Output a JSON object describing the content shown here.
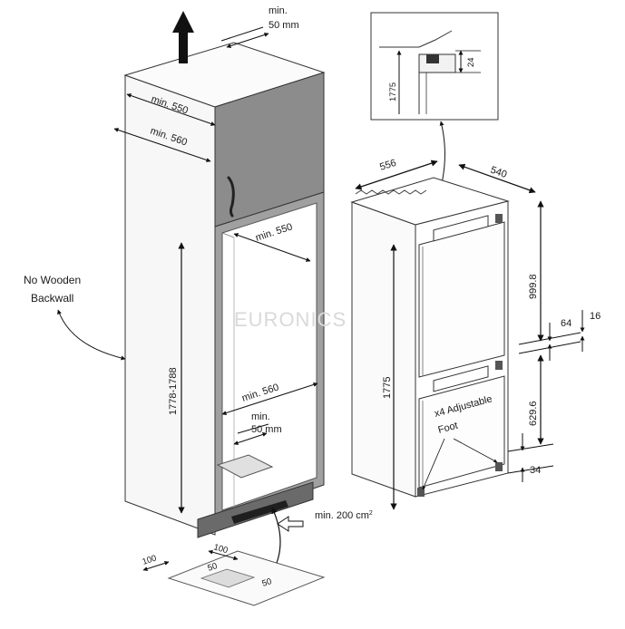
{
  "labels": {
    "min50_top": "min.",
    "min50_top2": "50 mm",
    "min550_top": "min. 550",
    "min560_top": "min. 560",
    "no_wooden_1": "No Wooden",
    "no_wooden_2": "Backwall",
    "min550_inner": "min. 550",
    "height_range": "1778-1788",
    "min560_inner": "min. 560",
    "min50_bottom_1": "min.",
    "min50_bottom_2": "50 mm",
    "vent_area": "min. 200 cm",
    "vent_sup": "2",
    "dim_100_a": "100",
    "dim_100_b": "100",
    "dim_50_a": "50",
    "dim_50_b": "50",
    "detail_height": "1775",
    "detail_24": "24",
    "fridge_width": "556",
    "fridge_depth": "540",
    "fridge_height": "1775",
    "upper_height": "999.8",
    "dim_64": "64",
    "dim_16": "16",
    "lower_height": "629.6",
    "dim_34": "34",
    "adjustable_1": "x4 Adjustable",
    "adjustable_2": "Foot",
    "watermark": "EURONICS"
  },
  "colors": {
    "cabinet_grey": "#8a8a8a",
    "cabinet_light": "#f6f6f6",
    "frame": "#9a9a9a"
  }
}
